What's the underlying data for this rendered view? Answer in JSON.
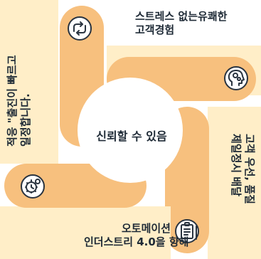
{
  "center": {
    "text": "신뢰할 수 있음"
  },
  "items": [
    {
      "id": "top-left",
      "title_lines": [
        "적응 \"출진이 빠르고",
        "일정합니다."
      ],
      "icon": "refresh-arrows-icon"
    },
    {
      "id": "top-right",
      "title_lines": [
        "스트레스 없는유쾌한",
        "고객경험"
      ],
      "icon": "head-gears-icon"
    },
    {
      "id": "bottom-right",
      "title_lines": [
        "고객 우선, 품질",
        "제일정시 배달"
      ],
      "icon": "clipboard-icon"
    },
    {
      "id": "bottom-left",
      "title_lines": [
        "오토메이션",
        "인더스트리 4.0을 향해"
      ],
      "icon": "gear-clock-icon"
    }
  ],
  "colors": {
    "arm": "#f7c07e",
    "panel": "#ffeec8",
    "center": "#ffffff",
    "icon_stroke": "#2a3440"
  }
}
